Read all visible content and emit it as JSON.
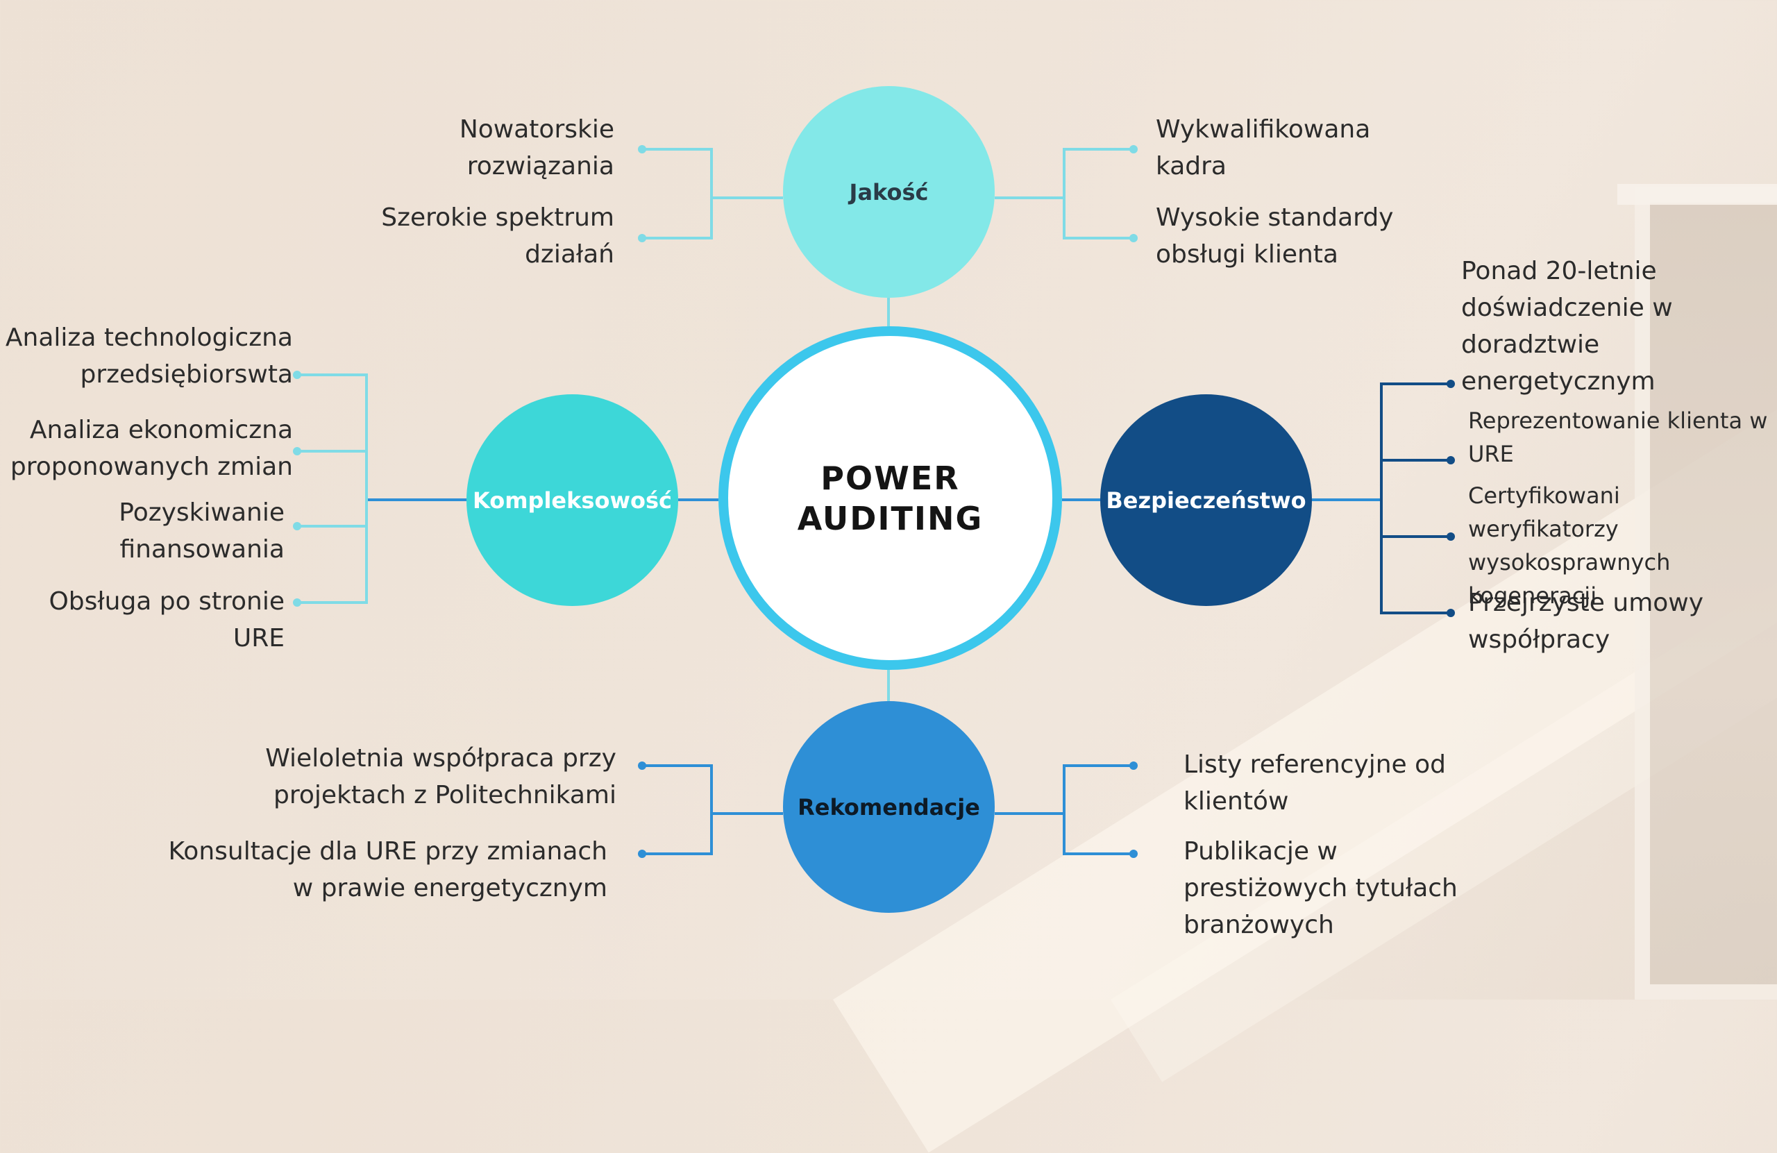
{
  "center": {
    "title": "POWER\nAUDITING"
  },
  "nodes": {
    "jakosc": {
      "label": "Jakość",
      "color": "#83e8e8"
    },
    "kompleksowosc": {
      "label": "Kompleksowość",
      "color": "#3dd7d8"
    },
    "bezpieczenstwo": {
      "label": "Bezpieczeństwo",
      "color": "#124d86"
    },
    "rekomendacje": {
      "label": "Rekomendacje",
      "color": "#2e8fd6"
    }
  },
  "jakosc_left": [
    "Nowatorskie\nrozwiązania",
    "Szerokie spektrum\ndziałań"
  ],
  "jakosc_right": [
    "Wykwalifikowana\nkadra",
    "Wysokie standardy\nobsługi klienta"
  ],
  "kompleksowosc_items": [
    "Analiza technologiczna\nprzedsiębiorswta",
    "Analiza ekonomiczna\nproponowanych zmian",
    "Pozyskiwanie\nfinansowania",
    "Obsługa po stronie\nURE"
  ],
  "bezpieczenstwo_items": [
    "Ponad 20-letnie\ndoświadczenie w\ndoradztwie\nenergetycznym",
    "Reprezentowanie klienta w\n URE",
    "Certyfikowani weryfikatorzy\nwysokosprawnych\nkogeneracji",
    "Przejrzyste umowy\nwspółpracy"
  ],
  "rekomendacje_left": [
    "Wieloletnia współpraca przy\nprojektach  z Politechnikami",
    "Konsultacje dla URE przy zmianach\nw prawie energetycznym"
  ],
  "rekomendacje_right": [
    "Listy referencyjne od\nklientów",
    "Publikacje w\nprestiżowych tytułach\n branżowych"
  ],
  "colors": {
    "light_connector": "#7fdbe6",
    "dark_connector": "#124d86",
    "mid_connector": "#2e8fd6",
    "center_ring": "#3cc7ec"
  }
}
